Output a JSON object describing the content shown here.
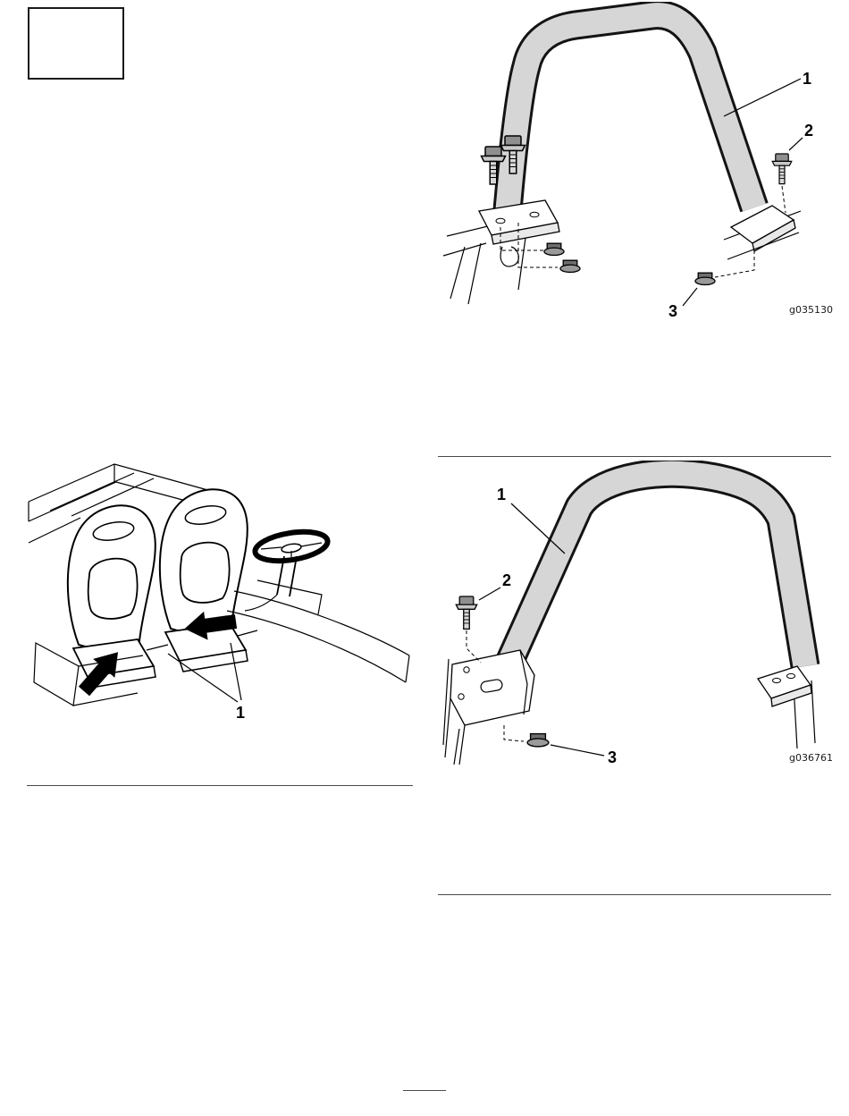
{
  "page": {
    "background": "#ffffff"
  },
  "figures": {
    "rollbar_raised": {
      "code": "g035130",
      "callouts": {
        "c1": "1",
        "c2": "2",
        "c3": "3"
      }
    },
    "seats": {
      "callouts": {
        "c1": "1"
      }
    },
    "rollbar_lowered": {
      "code": "g036761",
      "callouts": {
        "c1": "1",
        "c2": "2",
        "c3": "3"
      }
    }
  },
  "colors": {
    "tube_fill": "#d6d6d6",
    "line": "#000000",
    "background": "#ffffff"
  }
}
